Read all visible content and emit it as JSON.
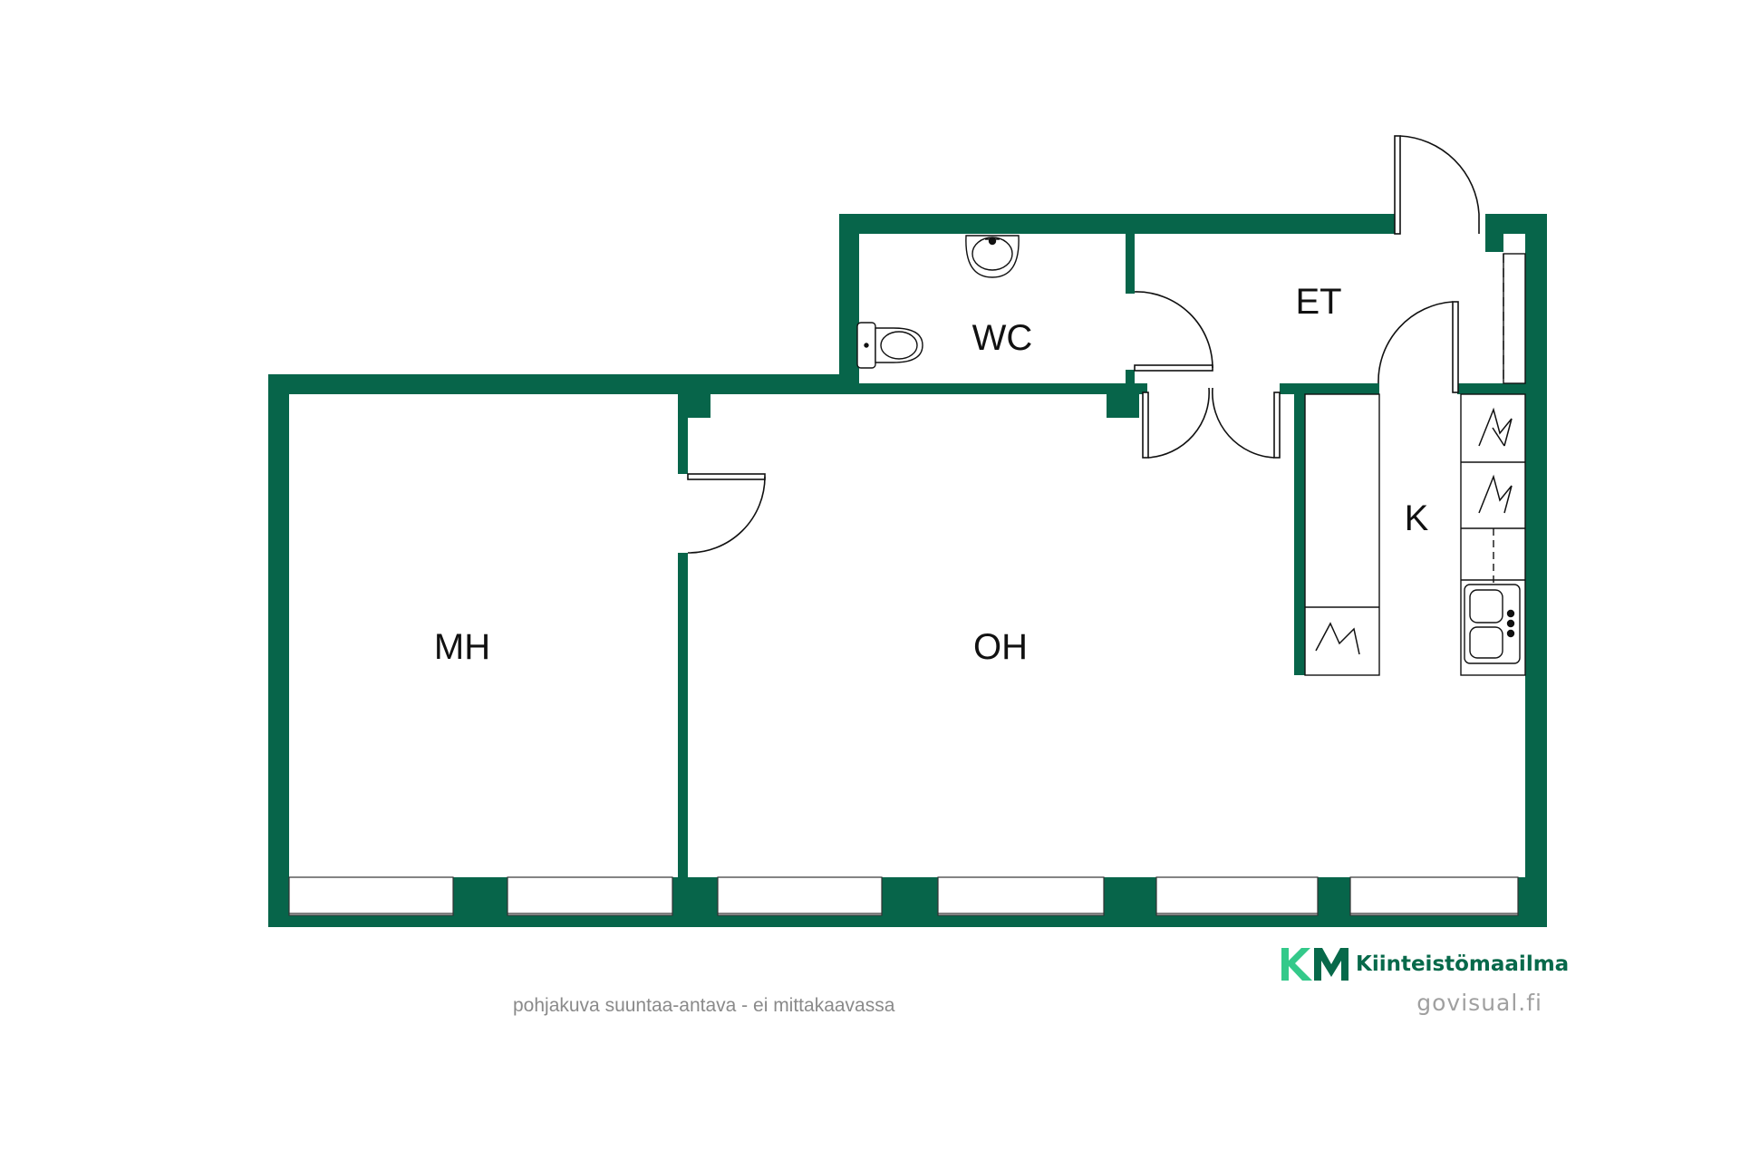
{
  "rooms": {
    "mh": "MH",
    "oh": "OH",
    "wc": "WC",
    "et": "ET",
    "k": "K"
  },
  "footer": {
    "note": "pohjakuva suuntaa-antava - ei mittakaavassa",
    "credit": "govisual.fi",
    "brand_logo": "KM",
    "brand_name": "Kiinteistömaailma"
  },
  "colors": {
    "wall": "#07654a",
    "brand_green": "#07694a",
    "brand_light": "#34c98a"
  }
}
